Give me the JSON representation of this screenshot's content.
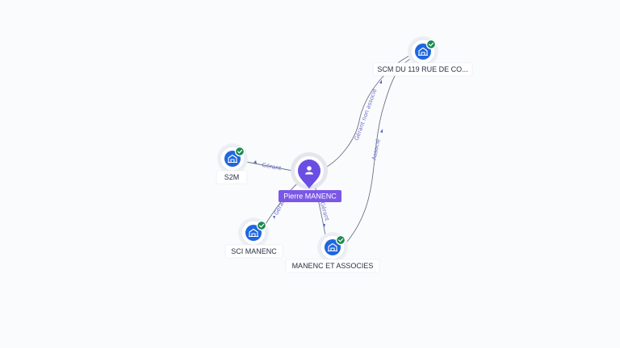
{
  "graph": {
    "center": {
      "name": "Pierre MANENC"
    },
    "entities": [
      {
        "id": "scm",
        "name": "SCM DU 119 RUE DE CO..."
      },
      {
        "id": "s2m",
        "name": "S2M"
      },
      {
        "id": "sci",
        "name": "SCI MANENC"
      },
      {
        "id": "manenc",
        "name": "MANENC ET ASSOCIES"
      }
    ],
    "relations": [
      {
        "id": "e-scm",
        "label": "Gérant non associé"
      },
      {
        "id": "e-s2m",
        "label": "Gérant"
      },
      {
        "id": "e-sci",
        "label": "Gérant"
      },
      {
        "id": "e-manenc",
        "label": "Gérant"
      },
      {
        "id": "e-assoc",
        "label": "Associé"
      }
    ],
    "colors": {
      "person": "#6a4de3",
      "company": "#1f66e0",
      "verified": "#1d8a52",
      "edge_label": "#6b6fc8"
    },
    "icons": {
      "person": "user-icon",
      "company": "building-icon",
      "verified": "check-badge-icon"
    }
  }
}
